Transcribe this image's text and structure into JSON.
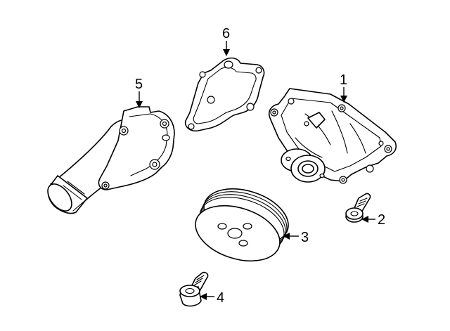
{
  "callouts": {
    "c1": {
      "number": "1"
    },
    "c2": {
      "number": "2"
    },
    "c3": {
      "number": "3"
    },
    "c4": {
      "number": "4"
    },
    "c5": {
      "number": "5"
    },
    "c6": {
      "number": "6"
    }
  }
}
